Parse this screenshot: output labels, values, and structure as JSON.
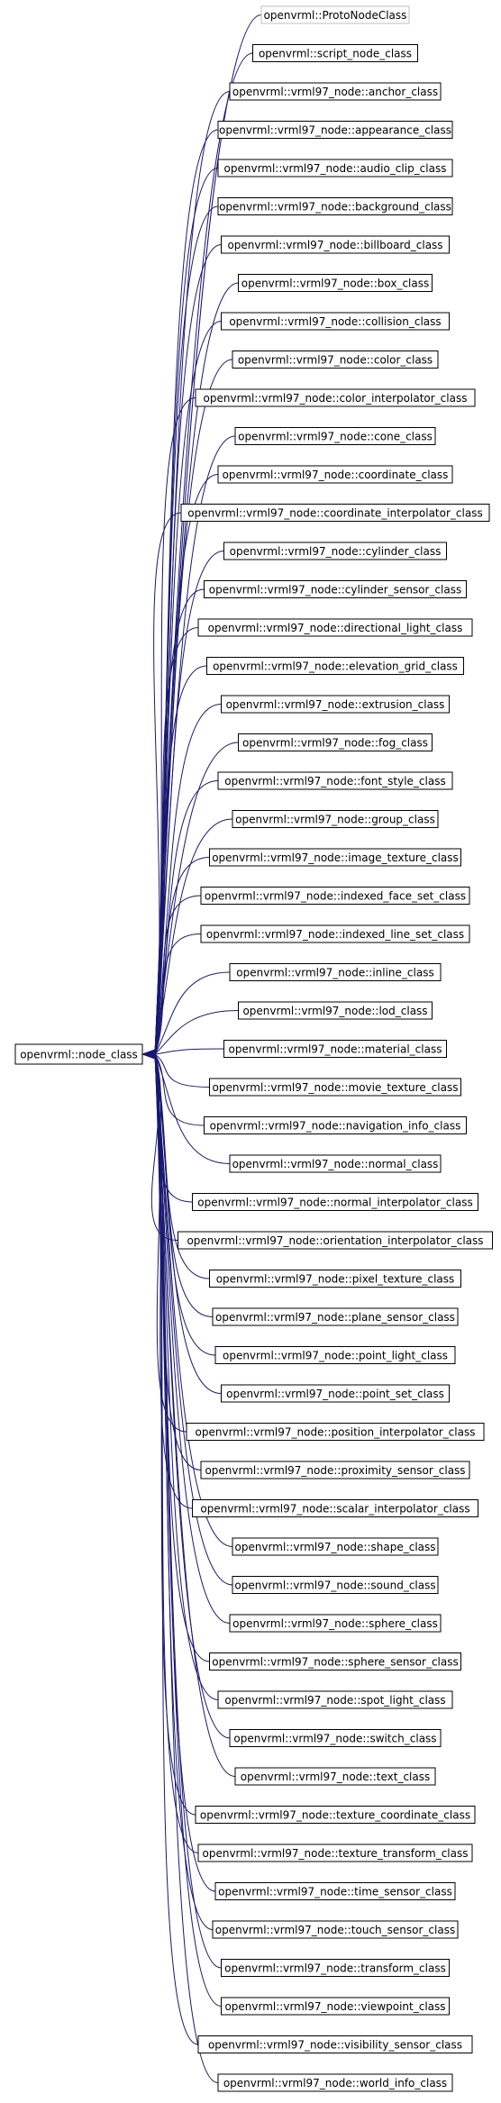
{
  "base_class": "openvrml::node_class",
  "derived_classes": [
    {
      "label": "openvrml::ProtoNodeClass",
      "style": "gray"
    },
    {
      "label": "openvrml::script_node_class",
      "style": "black"
    },
    {
      "label": "openvrml::vrml97_node::anchor_class",
      "style": "black"
    },
    {
      "label": "openvrml::vrml97_node::appearance_class",
      "style": "black"
    },
    {
      "label": "openvrml::vrml97_node::audio_clip_class",
      "style": "black"
    },
    {
      "label": "openvrml::vrml97_node::background_class",
      "style": "black"
    },
    {
      "label": "openvrml::vrml97_node::billboard_class",
      "style": "black"
    },
    {
      "label": "openvrml::vrml97_node::box_class",
      "style": "black"
    },
    {
      "label": "openvrml::vrml97_node::collision_class",
      "style": "black"
    },
    {
      "label": "openvrml::vrml97_node::color_class",
      "style": "black"
    },
    {
      "label": "openvrml::vrml97_node::color_interpolator_class",
      "style": "black"
    },
    {
      "label": "openvrml::vrml97_node::cone_class",
      "style": "black"
    },
    {
      "label": "openvrml::vrml97_node::coordinate_class",
      "style": "black"
    },
    {
      "label": "openvrml::vrml97_node::coordinate_interpolator_class",
      "style": "black"
    },
    {
      "label": "openvrml::vrml97_node::cylinder_class",
      "style": "black"
    },
    {
      "label": "openvrml::vrml97_node::cylinder_sensor_class",
      "style": "black"
    },
    {
      "label": "openvrml::vrml97_node::directional_light_class",
      "style": "black"
    },
    {
      "label": "openvrml::vrml97_node::elevation_grid_class",
      "style": "black"
    },
    {
      "label": "openvrml::vrml97_node::extrusion_class",
      "style": "black"
    },
    {
      "label": "openvrml::vrml97_node::fog_class",
      "style": "black"
    },
    {
      "label": "openvrml::vrml97_node::font_style_class",
      "style": "black"
    },
    {
      "label": "openvrml::vrml97_node::group_class",
      "style": "black"
    },
    {
      "label": "openvrml::vrml97_node::image_texture_class",
      "style": "black"
    },
    {
      "label": "openvrml::vrml97_node::indexed_face_set_class",
      "style": "black"
    },
    {
      "label": "openvrml::vrml97_node::indexed_line_set_class",
      "style": "black"
    },
    {
      "label": "openvrml::vrml97_node::inline_class",
      "style": "black"
    },
    {
      "label": "openvrml::vrml97_node::lod_class",
      "style": "black"
    },
    {
      "label": "openvrml::vrml97_node::material_class",
      "style": "black"
    },
    {
      "label": "openvrml::vrml97_node::movie_texture_class",
      "style": "black"
    },
    {
      "label": "openvrml::vrml97_node::navigation_info_class",
      "style": "black"
    },
    {
      "label": "openvrml::vrml97_node::normal_class",
      "style": "black"
    },
    {
      "label": "openvrml::vrml97_node::normal_interpolator_class",
      "style": "black"
    },
    {
      "label": "openvrml::vrml97_node::orientation_interpolator_class",
      "style": "black"
    },
    {
      "label": "openvrml::vrml97_node::pixel_texture_class",
      "style": "black"
    },
    {
      "label": "openvrml::vrml97_node::plane_sensor_class",
      "style": "black"
    },
    {
      "label": "openvrml::vrml97_node::point_light_class",
      "style": "black"
    },
    {
      "label": "openvrml::vrml97_node::point_set_class",
      "style": "black"
    },
    {
      "label": "openvrml::vrml97_node::position_interpolator_class",
      "style": "black"
    },
    {
      "label": "openvrml::vrml97_node::proximity_sensor_class",
      "style": "black"
    },
    {
      "label": "openvrml::vrml97_node::scalar_interpolator_class",
      "style": "black"
    },
    {
      "label": "openvrml::vrml97_node::shape_class",
      "style": "black"
    },
    {
      "label": "openvrml::vrml97_node::sound_class",
      "style": "black"
    },
    {
      "label": "openvrml::vrml97_node::sphere_class",
      "style": "black"
    },
    {
      "label": "openvrml::vrml97_node::sphere_sensor_class",
      "style": "black"
    },
    {
      "label": "openvrml::vrml97_node::spot_light_class",
      "style": "black"
    },
    {
      "label": "openvrml::vrml97_node::switch_class",
      "style": "black"
    },
    {
      "label": "openvrml::vrml97_node::text_class",
      "style": "black"
    },
    {
      "label": "openvrml::vrml97_node::texture_coordinate_class",
      "style": "black"
    },
    {
      "label": "openvrml::vrml97_node::texture_transform_class",
      "style": "black"
    },
    {
      "label": "openvrml::vrml97_node::time_sensor_class",
      "style": "black"
    },
    {
      "label": "openvrml::vrml97_node::touch_sensor_class",
      "style": "black"
    },
    {
      "label": "openvrml::vrml97_node::transform_class",
      "style": "black"
    },
    {
      "label": "openvrml::vrml97_node::viewpoint_class",
      "style": "black"
    },
    {
      "label": "openvrml::vrml97_node::visibility_sensor_class",
      "style": "black"
    },
    {
      "label": "openvrml::vrml97_node::world_info_class",
      "style": "black"
    }
  ],
  "colors": {
    "edge": "#191970",
    "node_border": "#000000",
    "node_border_gray": "#bfbfbf",
    "node_fill": "#ffffff",
    "background": "#ffffff"
  }
}
